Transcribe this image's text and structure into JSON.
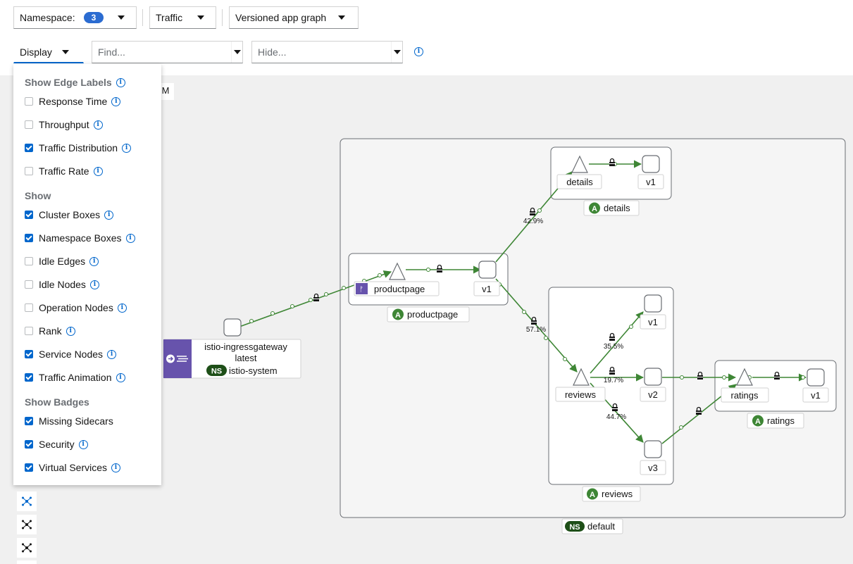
{
  "toolbar": {
    "namespace_label": "Namespace:",
    "namespace_count": "3",
    "traffic_label": "Traffic",
    "graph_type_label": "Versioned app graph",
    "display_label": "Display",
    "find_placeholder": "Find...",
    "hide_placeholder": "Hide..."
  },
  "display_menu": {
    "sections": [
      {
        "title": "Show Edge Labels",
        "items": [
          {
            "label": "Response Time",
            "checked": false
          },
          {
            "label": "Throughput",
            "checked": false
          },
          {
            "label": "Traffic Distribution",
            "checked": true
          },
          {
            "label": "Traffic Rate",
            "checked": false
          }
        ]
      },
      {
        "title": "Show",
        "items": [
          {
            "label": "Cluster Boxes",
            "checked": true
          },
          {
            "label": "Namespace Boxes",
            "checked": true
          },
          {
            "label": "Idle Edges",
            "checked": false
          },
          {
            "label": "Idle Nodes",
            "checked": false
          },
          {
            "label": "Operation Nodes",
            "checked": false
          },
          {
            "label": "Rank",
            "checked": false
          },
          {
            "label": "Service Nodes",
            "checked": true
          },
          {
            "label": "Traffic Animation",
            "checked": true
          }
        ]
      },
      {
        "title": "Show Badges",
        "items": [
          {
            "label": "Missing Sidecars",
            "checked": true
          },
          {
            "label": "Security",
            "checked": false
          },
          {
            "label": "Virtual Services",
            "checked": true
          }
        ]
      }
    ]
  },
  "timestamp_fragment": "PM",
  "graph": {
    "namespace_box": {
      "badge": "NS",
      "name": "default"
    },
    "gateway": {
      "name": "istio-ingressgateway",
      "version": "latest",
      "ns_badge": "NS",
      "namespace": "istio-system"
    },
    "apps": {
      "productpage": {
        "badge": "A",
        "name": "productpage",
        "service": "productpage",
        "version": "v1"
      },
      "details": {
        "badge": "A",
        "name": "details",
        "service": "details",
        "version": "v1"
      },
      "reviews": {
        "badge": "A",
        "name": "reviews",
        "service": "reviews",
        "versions": [
          "v1",
          "v2",
          "v3"
        ]
      },
      "ratings": {
        "badge": "A",
        "name": "ratings",
        "service": "ratings",
        "version": "v1"
      }
    },
    "edge_labels": {
      "to_details": "42.9%",
      "to_reviews": "57.1%",
      "reviews_v1": "35.5%",
      "reviews_v2": "19.7%",
      "reviews_v3": "44.7%"
    },
    "colors": {
      "edge": "#3e8635",
      "app_badge": "#3e8635",
      "ns_badge": "#1e4f18",
      "gateway_fill": "#6753ac",
      "checkbox": "#0066cc"
    }
  }
}
